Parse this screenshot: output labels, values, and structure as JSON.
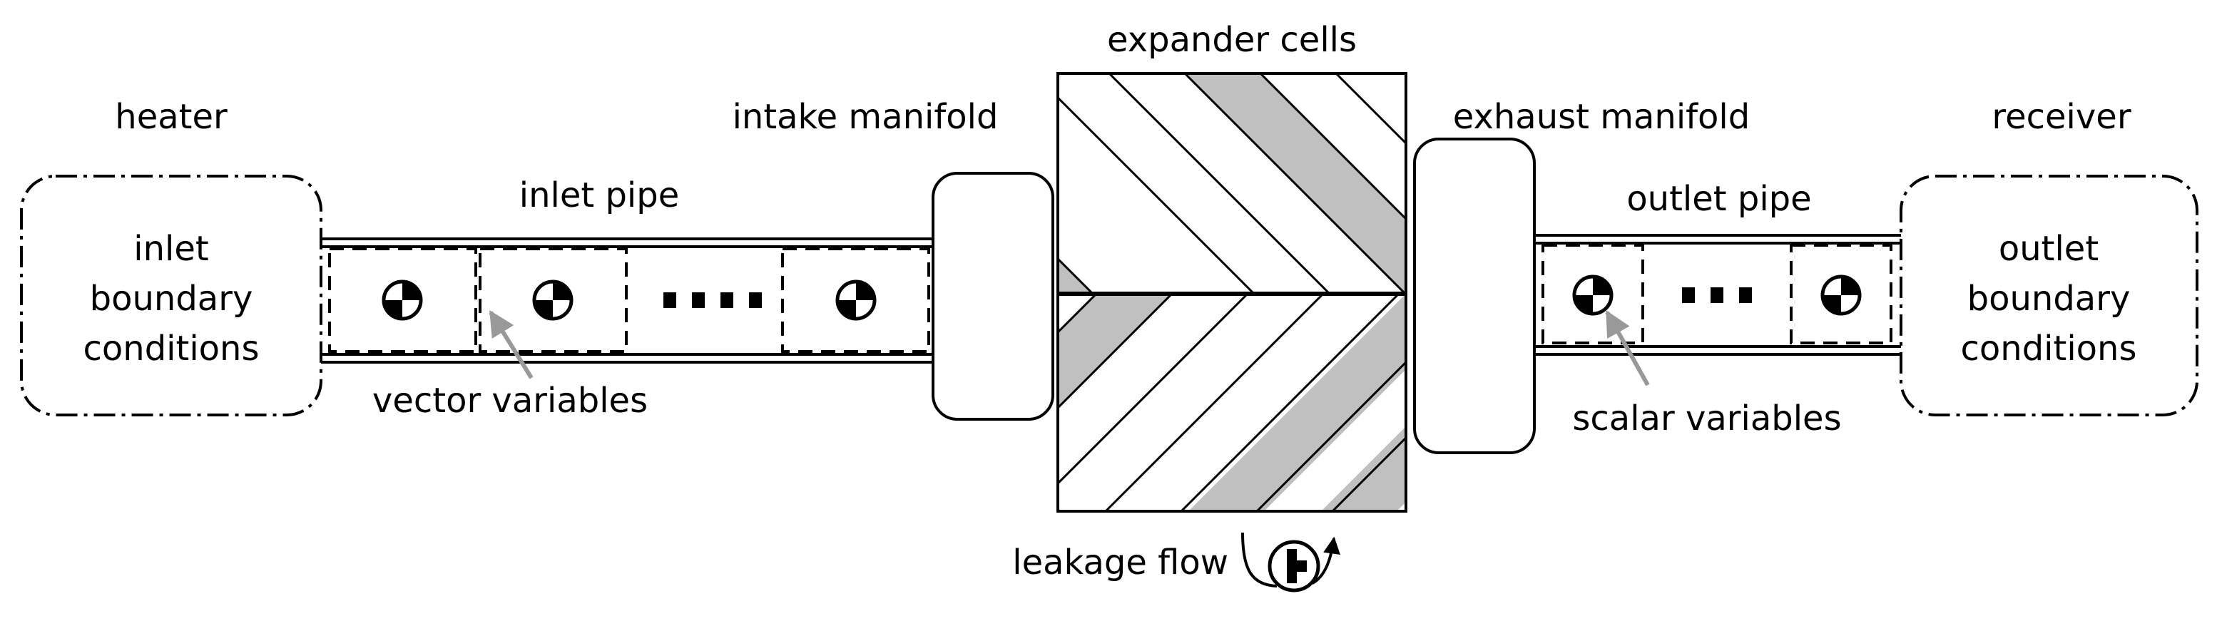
{
  "labels": {
    "heater": "heater",
    "inlet_boundary": [
      "inlet",
      "boundary",
      "conditions"
    ],
    "inlet_pipe": "inlet pipe",
    "vector_variables": "vector variables",
    "intake_manifold": "intake manifold",
    "expander_cells": "expander cells",
    "exhaust_manifold": "exhaust manifold",
    "outlet_pipe": "outlet pipe",
    "scalar_variables": "scalar variables",
    "receiver": "receiver",
    "outlet_boundary": [
      "outlet",
      "boundary",
      "conditions"
    ],
    "leakage_flow": "leakage flow"
  },
  "colors": {
    "line": "#000000",
    "cell_fill": "#c0c0c0",
    "pointer": "#999999"
  }
}
